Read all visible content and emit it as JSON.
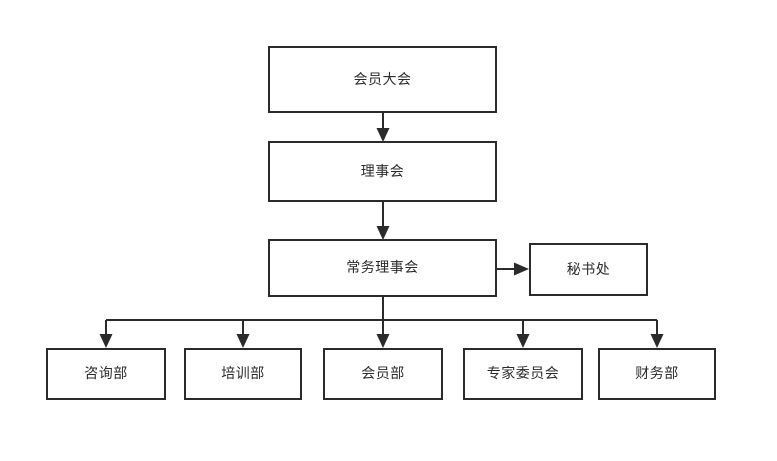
{
  "diagram": {
    "type": "organization-chart",
    "orientation": "top-down",
    "background_color": "#ffffff",
    "node_border_color": "#2b2b2b",
    "node_fill_color": "#ffffff",
    "connector_color": "#2b2b2b",
    "levels": [
      {
        "level": 1,
        "nodes": [
          {
            "id": "assembly",
            "label": "会员大会"
          }
        ]
      },
      {
        "level": 2,
        "nodes": [
          {
            "id": "council",
            "label": "理事会"
          }
        ]
      },
      {
        "level": 3,
        "nodes": [
          {
            "id": "standing",
            "label": "常务理事会"
          },
          {
            "id": "secretariat",
            "label": "秘书处"
          }
        ]
      },
      {
        "level": 4,
        "nodes": [
          {
            "id": "consulting",
            "label": "咨询部"
          },
          {
            "id": "training",
            "label": "培训部"
          },
          {
            "id": "membership",
            "label": "会员部"
          },
          {
            "id": "expert",
            "label": "专家委员会"
          },
          {
            "id": "finance",
            "label": "财务部"
          }
        ]
      }
    ],
    "edges": [
      {
        "from": "assembly",
        "to": "council",
        "style": "arrow-down"
      },
      {
        "from": "council",
        "to": "standing",
        "style": "arrow-down"
      },
      {
        "from": "standing",
        "to": "secretariat",
        "style": "arrow-right"
      },
      {
        "from": "standing",
        "to": "consulting",
        "style": "arrow-down-bus"
      },
      {
        "from": "standing",
        "to": "training",
        "style": "arrow-down-bus"
      },
      {
        "from": "standing",
        "to": "membership",
        "style": "arrow-down-bus"
      },
      {
        "from": "standing",
        "to": "expert",
        "style": "arrow-down-bus"
      },
      {
        "from": "standing",
        "to": "finance",
        "style": "arrow-down-bus"
      }
    ]
  },
  "nodes": {
    "assembly": "会员大会",
    "council": "理事会",
    "standing": "常务理事会",
    "secretariat": "秘书处",
    "consulting": "咨询部",
    "training": "培训部",
    "membership": "会员部",
    "expert": "专家委员会",
    "finance": "财务部"
  }
}
